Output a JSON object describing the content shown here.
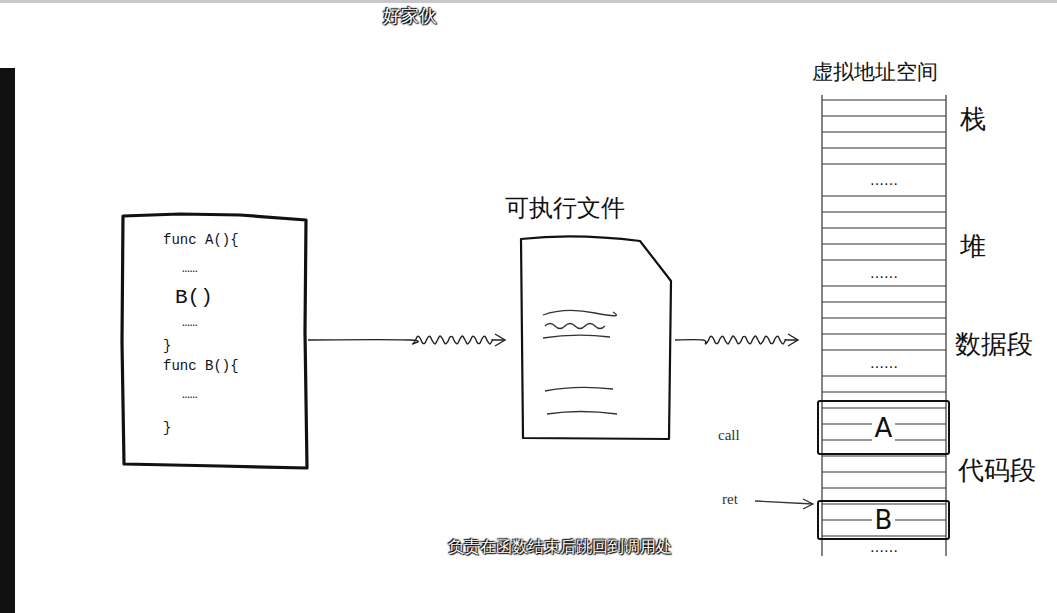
{
  "diagram": {
    "nodes": [
      {
        "text": [
          "func A(){",
          "……",
          "B()",
          "……",
          "}",
          "func B(){",
          "……",
          "}"
        ]
      },
      {
        "text": [
          "可执行文件"
        ]
      },
      {
        "text": [
          "虚拟地址空间"
        ]
      },
      {
        "text": [
          "A"
        ],
        "in": 2
      },
      {
        "text": [
          "B"
        ],
        "in": 2
      }
    ],
    "edges": [
      {
        "from": 0,
        "to": 1,
        "arrow": "to"
      },
      {
        "from": 1,
        "to": 2,
        "arrow": "to"
      }
    ],
    "labels": [
      "好家伙",
      "栈",
      "……",
      "堆",
      "……",
      "数据段",
      "……",
      "代码段",
      "……",
      "call",
      "ret",
      "负责在函数结束后跳回到调用处"
    ]
  }
}
